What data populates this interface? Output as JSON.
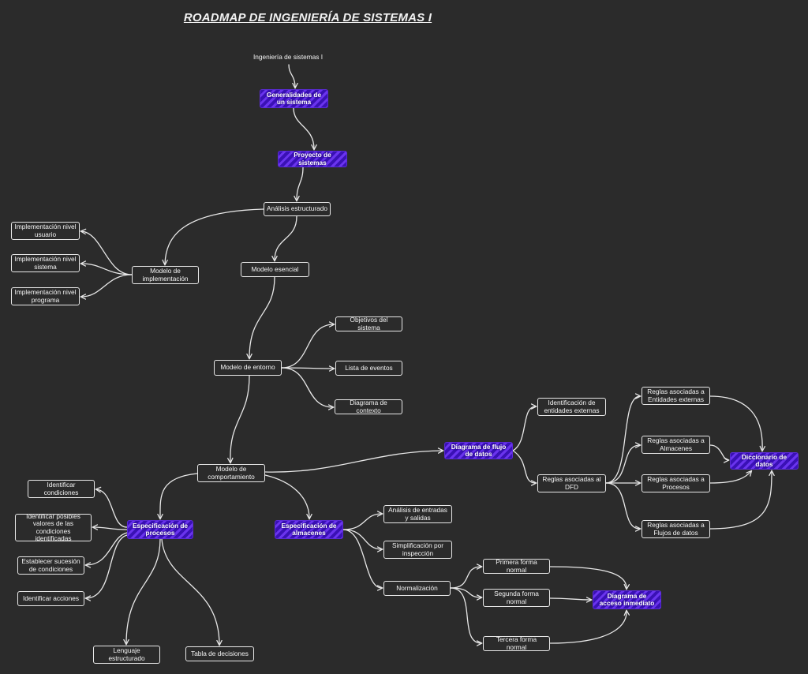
{
  "title": "ROADMAP DE INGENIERÍA DE SISTEMAS I",
  "colors": {
    "background": "#2b2b2b",
    "stroke": "#e8e8e8",
    "highlight": "#4a1fd0"
  },
  "nodes": {
    "root": "Ingeniería de sistemas I",
    "generalidades": "Generalidades de un sistema",
    "proyecto": "Proyecto de sistemas",
    "analisis": "Análisis estructurado",
    "impl": "Modelo de implementación",
    "impl_usuario": "Implementación nivel usuario",
    "impl_sistema": "Implementación nivel sistema",
    "impl_programa": "Implementación nivel programa",
    "esencial": "Modelo esencial",
    "entorno": "Modelo de entorno",
    "objetivos": "Objetivos del sistema",
    "eventos": "Lista de eventos",
    "contexto": "Diagrama de contexto",
    "comportamiento": "Modelo de comportamiento",
    "dfd": "Diagrama de flujo de datos",
    "entidades": "Identificación de entidades externas",
    "reglas_dfd": "Reglas asociadas al DFD",
    "reglas_entidades": "Reglas asociadas a Entidades externas",
    "reglas_almacenes": "Reglas asociadas a Almacenes",
    "reglas_procesos": "Reglas asociadas a Procesos",
    "reglas_flujos": "Reglas asociadas a Flujos de datos",
    "diccionario": "Diccionario de datos",
    "esp_procesos": "Especificación de procesos",
    "identificar_condiciones": "Identificar condiciones",
    "valores": "Identificar posibles valores de las condiciones identificadas",
    "sucesion": "Establecer sucesión de condiciones",
    "acciones": "Identificar acciones",
    "lenguaje": "Lenguaje estructurado",
    "tabla": "Tabla de decisiones",
    "esp_almacenes": "Especificación de almacenes",
    "entradas": "Análisis de entradas y salidas",
    "simplificacion": "Simplificación por inspección",
    "normalizacion": "Normalización",
    "primera": "Primera forma normal",
    "segunda": "Segunda forma normal",
    "tercera": "Tercera forma normal",
    "acceso": "Diagrama de acceso inmediato"
  }
}
